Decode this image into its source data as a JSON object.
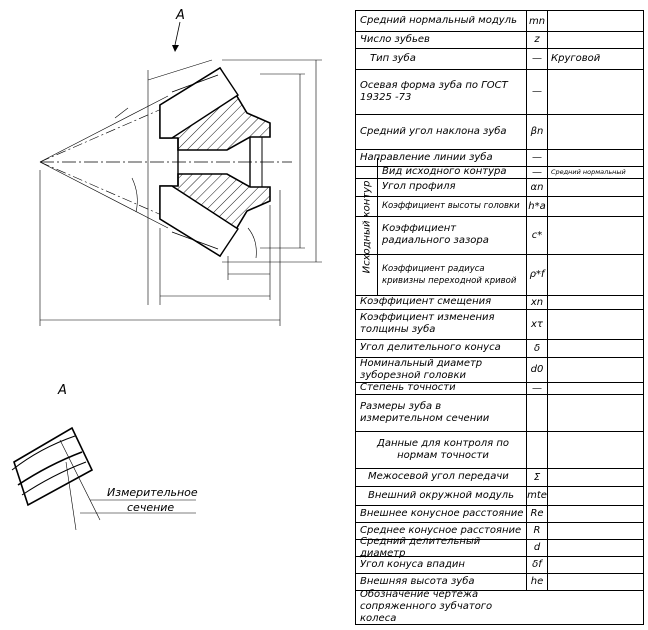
{
  "drawing": {
    "view_label_top": "A",
    "view_label_bottom": "A",
    "section_label_line1": "Измерительное",
    "section_label_line2": "сечение"
  },
  "spec_table": {
    "group_label": "Исходный контур",
    "rows": [
      {
        "label": "Средний нормальный модуль",
        "symbol": "mn",
        "value": ""
      },
      {
        "label": "Число зубьев",
        "symbol": "z",
        "value": ""
      },
      {
        "label": "Тип зуба",
        "symbol": "—",
        "value": "Круговой"
      },
      {
        "label": "Осевая форма зуба по ГОСТ 19325 -73",
        "symbol": "—",
        "value": ""
      },
      {
        "label": "Средний угол наклона зуба",
        "symbol": "βn",
        "value": ""
      },
      {
        "label": "Направление линии зуба",
        "symbol": "—",
        "value": ""
      },
      {
        "label": "Вид исходного контура",
        "symbol": "—",
        "value": "Средний нормальный"
      },
      {
        "label": "Угол профиля",
        "symbol": "αn",
        "value": ""
      },
      {
        "label": "Коэффициент высоты головки",
        "symbol": "h*a",
        "value": ""
      },
      {
        "label": "Коэффициент радиального зазора",
        "symbol": "c*",
        "value": ""
      },
      {
        "label": "Коэффициент радиуса кривизны переходной кривой",
        "symbol": "ρ*f",
        "value": ""
      },
      {
        "label": "Коэффициент смещения",
        "symbol": "xn",
        "value": ""
      },
      {
        "label": "Коэффициент изменения толщины зуба",
        "symbol": "xτ",
        "value": ""
      },
      {
        "label": "Угол делительного конуса",
        "symbol": "δ",
        "value": ""
      },
      {
        "label": "Номинальный диаметр зуборезной головки",
        "symbol": "d0",
        "value": ""
      },
      {
        "label": "Степень точности",
        "symbol": "—",
        "value": ""
      },
      {
        "label": "Размеры зуба в измерительном сечении",
        "symbol": "",
        "value": ""
      },
      {
        "label": "Данные для контроля по нормам точности",
        "symbol": "",
        "value": ""
      },
      {
        "label": "Межосевой угол передачи",
        "symbol": "Σ",
        "value": ""
      },
      {
        "label": "Внешний окружной модуль",
        "symbol": "mte",
        "value": ""
      },
      {
        "label": "Внешнее конусное расстояние",
        "symbol": "Re",
        "value": ""
      },
      {
        "label": "Среднее конусное расстояние",
        "symbol": "R",
        "value": ""
      },
      {
        "label": "Средний делительный диаметр",
        "symbol": "d",
        "value": ""
      },
      {
        "label": "Угол конуса впадин",
        "symbol": "δf",
        "value": ""
      },
      {
        "label": "Внешняя высота зуба",
        "symbol": "he",
        "value": ""
      },
      {
        "label": "Обозначение чертежа сопряженного зубчатого колеса",
        "symbol": "",
        "value": ""
      }
    ]
  }
}
